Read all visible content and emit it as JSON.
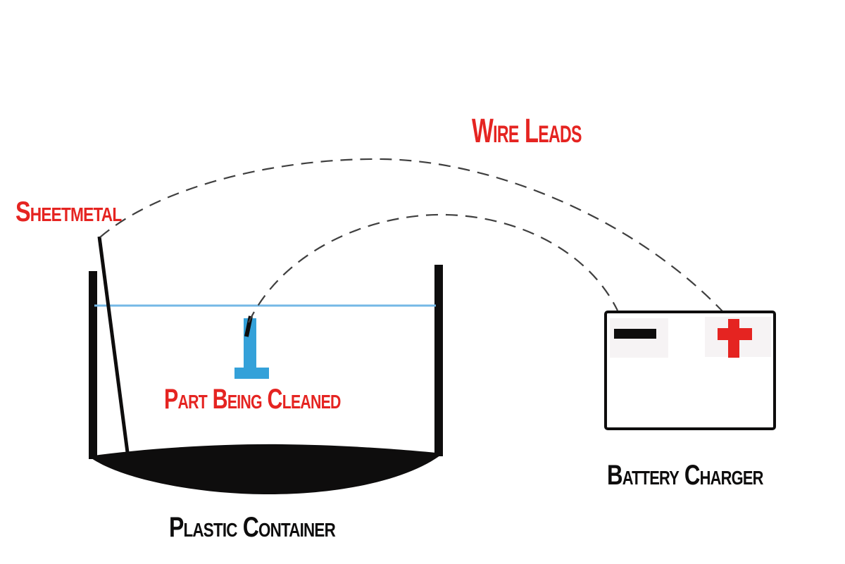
{
  "labels": {
    "wire_leads": "Wire Leads",
    "sheetmetal": "Sheetmetal",
    "part_being_cleaned": "Part Being Cleaned",
    "battery_charger": "Battery Charger",
    "plastic_container": "Plastic Container"
  },
  "icons": {
    "negative_terminal": "minus-bar",
    "positive_terminal": "plus-cross"
  },
  "colors": {
    "red": "#e52421",
    "ink": "#0e0d0d",
    "water_blue": "#74b8e6",
    "part_blue": "#34a1d9",
    "wire_gray": "#3f3f3f",
    "terminal_bg": "#f6f3f4",
    "background": "#ffffff"
  }
}
